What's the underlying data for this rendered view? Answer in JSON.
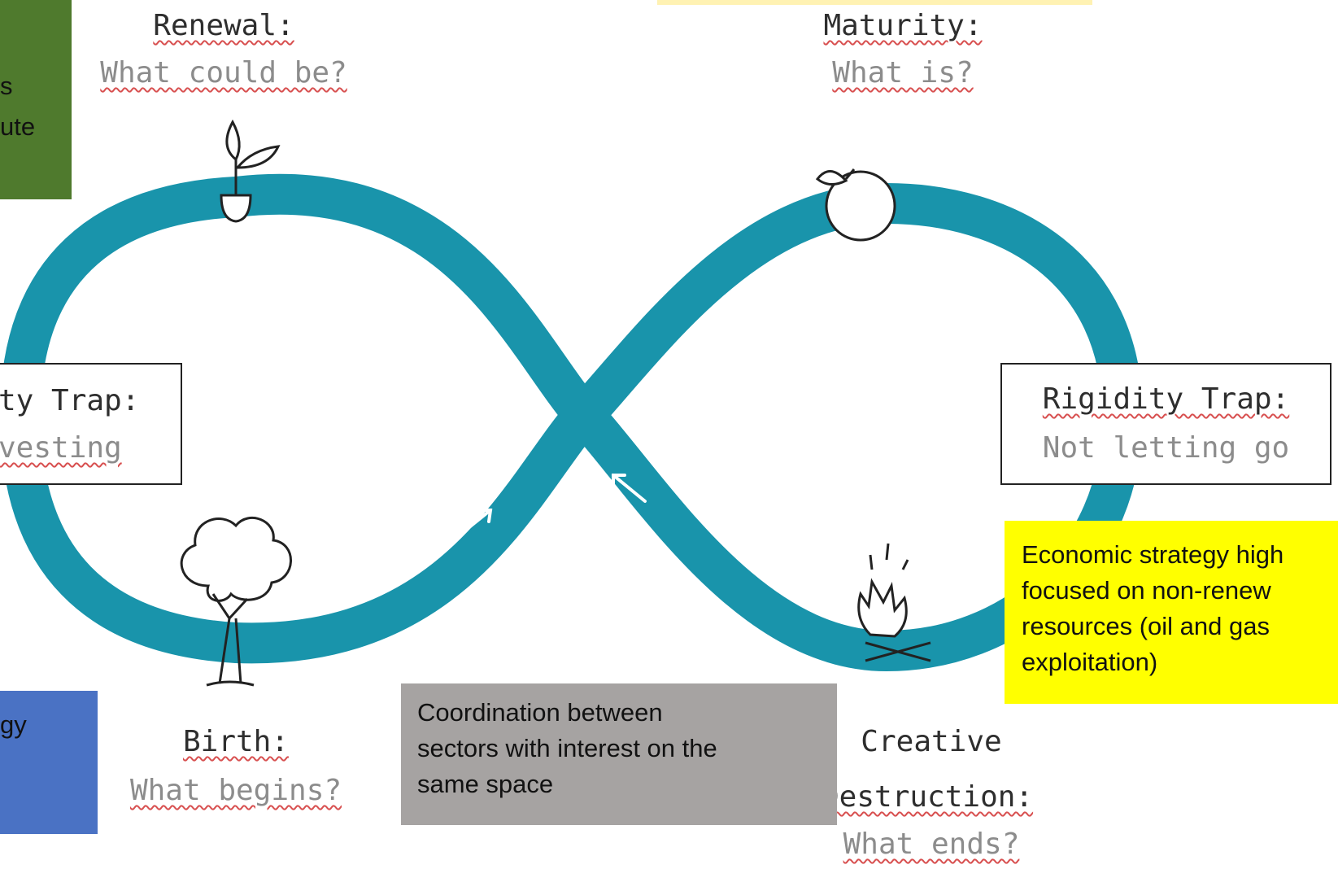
{
  "colors": {
    "loop": "#1994ab",
    "green_note": "#4f7a2d",
    "blue_note": "#4a72c4",
    "gray_note": "#a6a3a2",
    "yellow_note": "#ffff00",
    "top_strip": "#fff2b3"
  },
  "stages": {
    "renewal": {
      "title": "Renewal:",
      "question": "What could be?",
      "icon": "sprout-icon"
    },
    "maturity": {
      "title": "Maturity:",
      "question": "What is?",
      "icon": "apple-icon"
    },
    "birth": {
      "title": "Birth:",
      "question": "What begins?",
      "icon": "tree-icon"
    },
    "destruction": {
      "title_line1": "Creative",
      "title_line2": "Destruction:",
      "question": "What ends?",
      "icon": "campfire-icon"
    }
  },
  "traps": {
    "left": {
      "title": "ty Trap:",
      "subtitle": "vesting"
    },
    "right": {
      "title": "Rigidity Trap:",
      "subtitle": "Not letting go"
    }
  },
  "notes": {
    "green": {
      "line1": "s",
      "line2": "ute"
    },
    "blue": {
      "line1": "gy"
    },
    "gray": {
      "line1": "Coordination between",
      "line2": "sectors with interest on the",
      "line3": "same space"
    },
    "yellow": {
      "line1": "Economic strategy high",
      "line2": "focused on non-renew",
      "line3": "resources (oil and gas",
      "line4": "exploitation)"
    }
  }
}
